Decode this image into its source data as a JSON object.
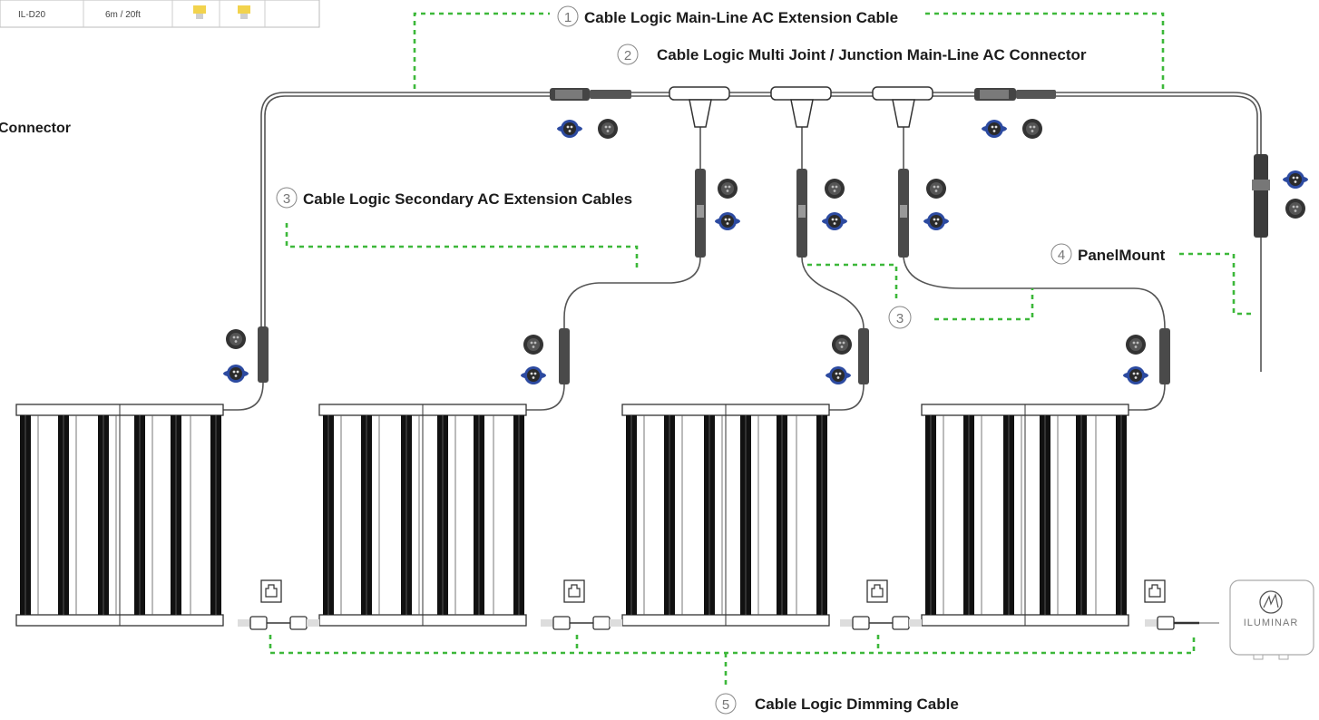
{
  "table_row": {
    "model": "IL-D20",
    "length": "6m / 20ft"
  },
  "partial_label": "Connector",
  "labels": [
    {
      "num": "1",
      "text": "Cable Logic Main-Line AC Extension Cable"
    },
    {
      "num": "2",
      "text": "Cable Logic Multi Joint / Junction Main-Line AC Connector"
    },
    {
      "num": "3",
      "text": "Cable Logic Secondary AC Extension Cables"
    },
    {
      "num": "3",
      "text": ""
    },
    {
      "num": "4",
      "text": "PanelMount"
    },
    {
      "num": "5",
      "text": "Cable Logic Dimming Cable"
    }
  ],
  "controller_brand": "ILUMINAR",
  "colors": {
    "leader": "#3db83a",
    "connector_blue": "#2c4aa0",
    "connector_dark": "#333333",
    "table_accent": "#f2d34d"
  },
  "icons": [
    "ac-connector-male-icon",
    "ac-connector-female-icon",
    "rj-port-icon",
    "iluminar-logo-icon"
  ]
}
